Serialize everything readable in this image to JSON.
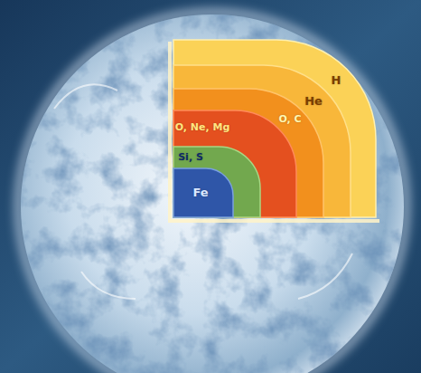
{
  "diagram": {
    "nodes": [
      {
        "text": [
          "H"
        ]
      },
      {
        "text": [
          "He"
        ],
        "in": 0
      },
      {
        "text": [
          "O, C"
        ],
        "in": 1
      },
      {
        "text": [
          "O, Ne, Mg"
        ],
        "in": 2
      },
      {
        "text": [
          "Si, S"
        ],
        "in": 3
      },
      {
        "text": [
          "Fe"
        ],
        "in": 4
      }
    ]
  }
}
